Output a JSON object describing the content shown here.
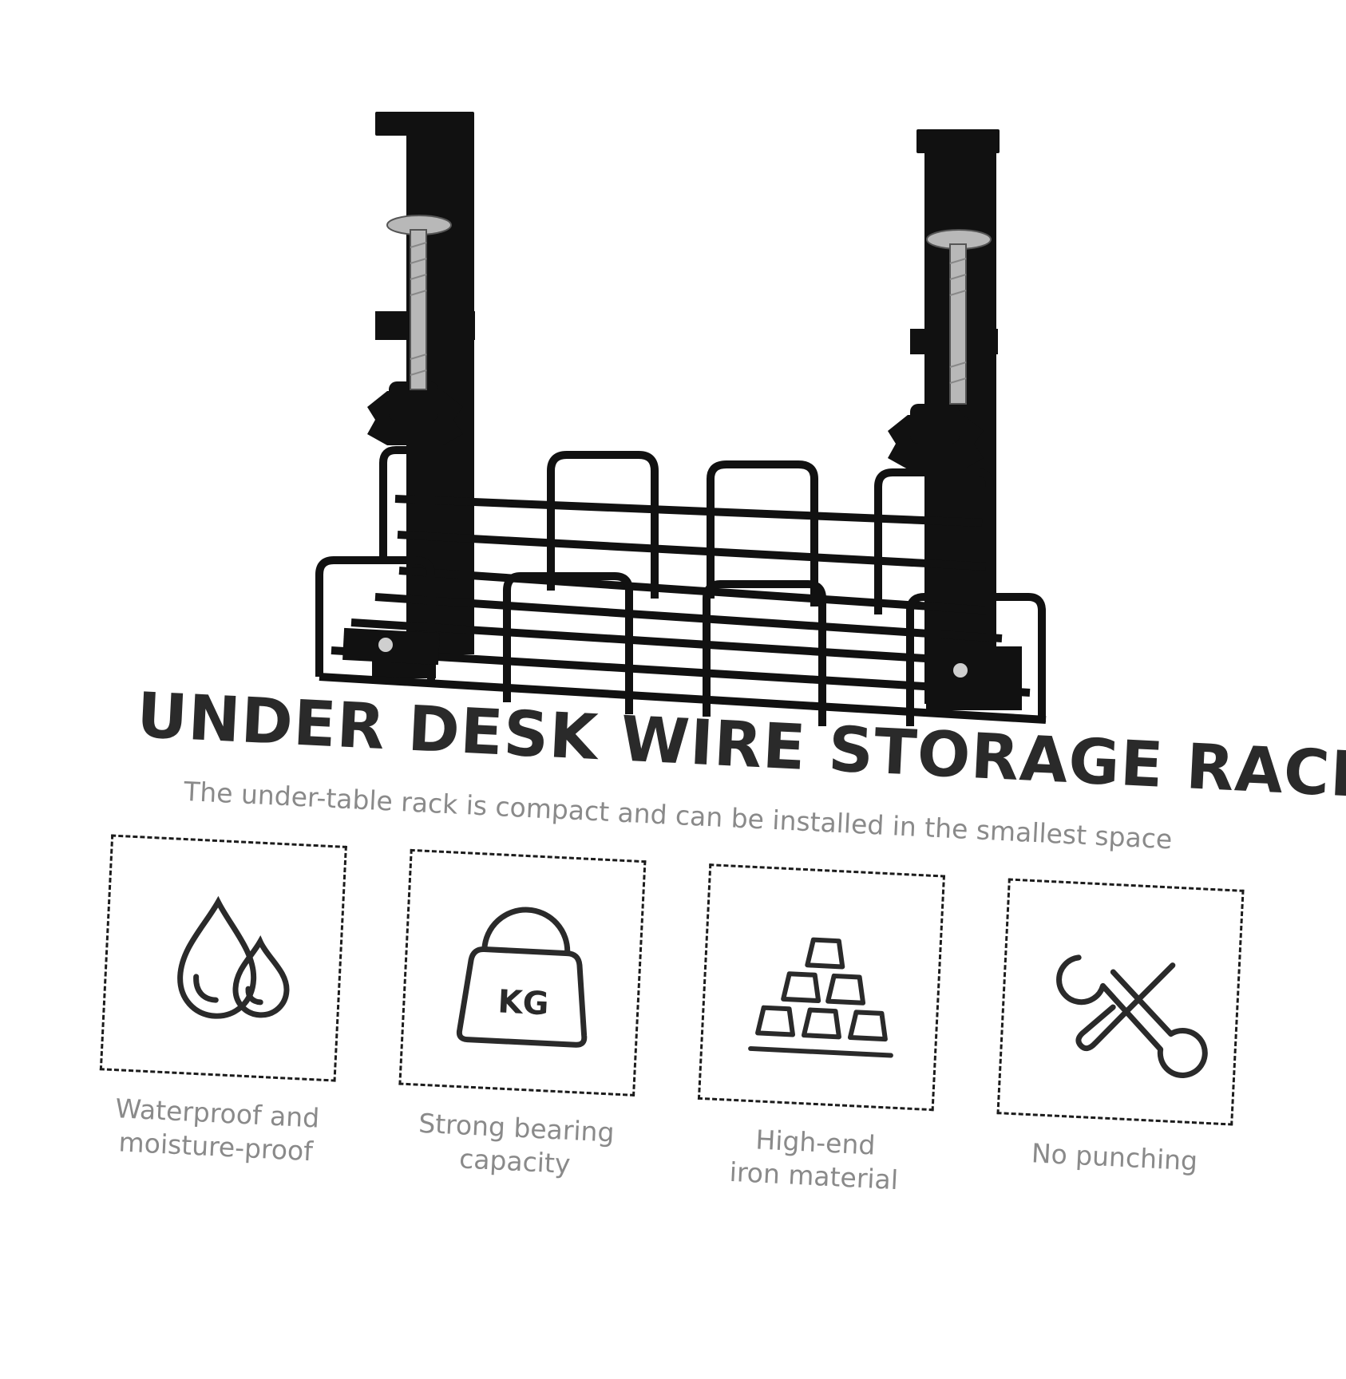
{
  "title": "UNDER DESK WIRE STORAGE RACK",
  "subtitle": "The under-table rack is compact and can be installed in the smallest space",
  "features": [
    {
      "label_line1": "Waterproof and",
      "label_line2": "moisture-proof",
      "icon": "water-drops-icon"
    },
    {
      "label_line1": "Strong bearing",
      "label_line2": "capacity",
      "icon": "weight-kg-icon",
      "icon_text": "KG"
    },
    {
      "label_line1": "High-end",
      "label_line2": "iron material",
      "icon": "iron-ingots-icon"
    },
    {
      "label_line1": "No punching",
      "label_line2": "",
      "icon": "wrench-screwdriver-icon"
    }
  ],
  "colors": {
    "ink": "#2a2a2a",
    "muted": "#8a8a8a",
    "product": "#111111"
  }
}
